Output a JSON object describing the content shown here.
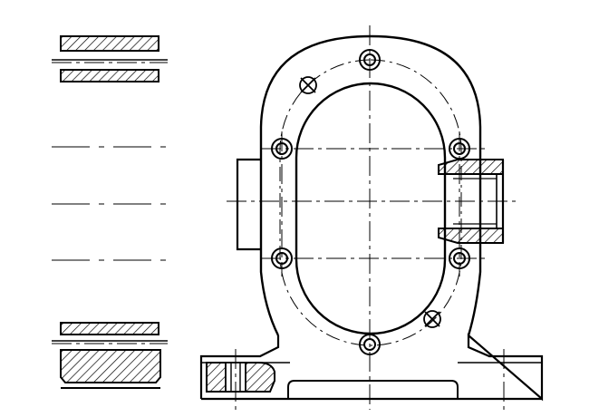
{
  "drawing": {
    "background": "#ffffff",
    "line_color": "#000000",
    "views": [
      "section-strips",
      "front-view"
    ],
    "features": {
      "bolt_holes": 6,
      "pin_holes": 2,
      "threaded_boss": "right-side",
      "base_flange": "with-section-cut"
    }
  }
}
